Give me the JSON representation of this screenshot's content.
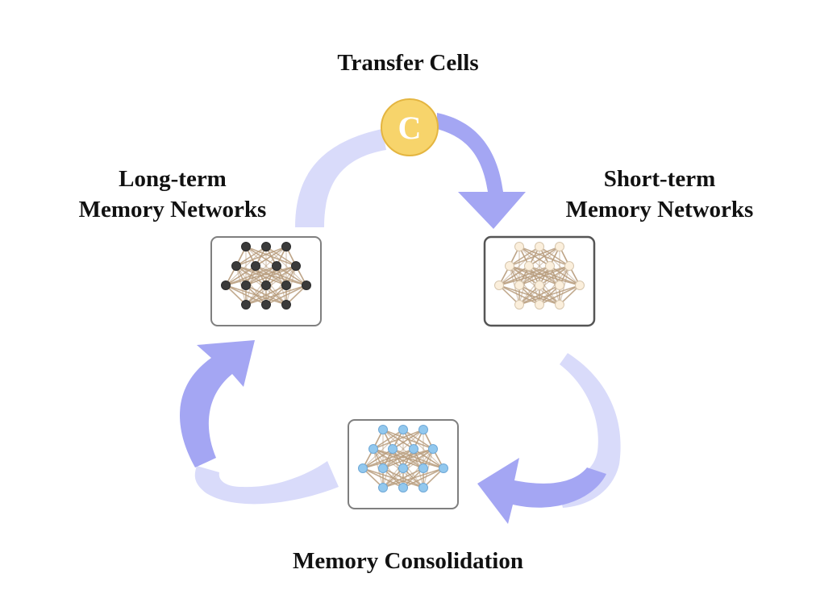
{
  "labels": {
    "transfer_cells": "Transfer Cells",
    "long_term_line1": "Long-term",
    "long_term_line2": "Memory Networks",
    "short_term_line1": "Short-term",
    "short_term_line2": "Memory Networks",
    "consolidation": "Memory Consolidation",
    "transfer_symbol": "C"
  },
  "colors": {
    "arrow_dark": "#a4a6f3",
    "arrow_light": "#d9dbfa",
    "transfer_circle": "#f7d46b",
    "transfer_circle_border": "#e4b540",
    "edge": "#b89d7e",
    "node_long_term": "#3b3b3b",
    "node_short_term": "#fbefdc",
    "node_consolidation": "#92c8ee",
    "panel_border": "#7f7f7f"
  },
  "networks": [
    {
      "name": "long-term-network",
      "node_color_key": "node_long_term",
      "node_stroke": "#2a2a2a"
    },
    {
      "name": "short-term-network",
      "node_color_key": "node_short_term",
      "node_stroke": "#d7c6ad"
    },
    {
      "name": "consolidation-network",
      "node_color_key": "node_consolidation",
      "node_stroke": "#6fa8d6"
    }
  ]
}
